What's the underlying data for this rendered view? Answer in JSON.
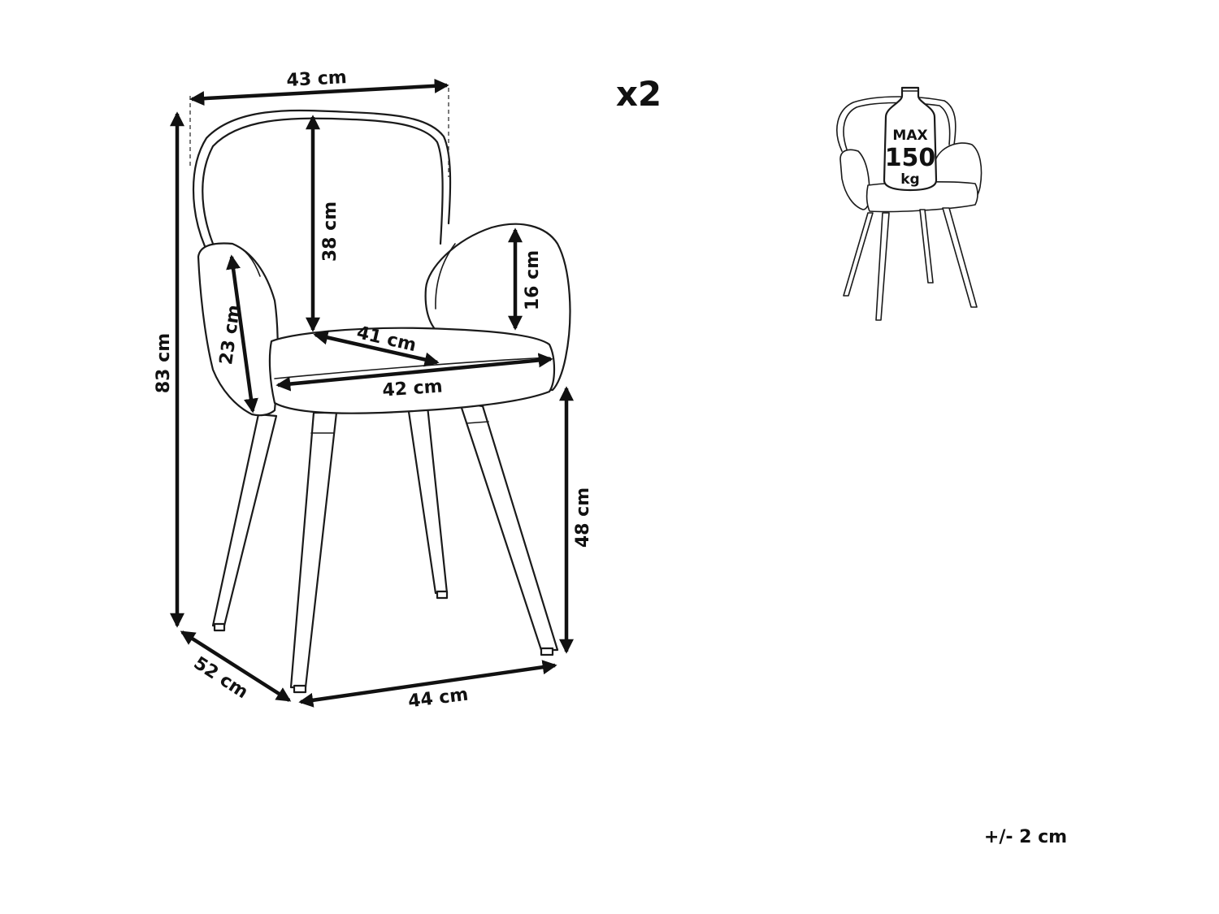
{
  "quantity": "x2",
  "tolerance": "+/- 2 cm",
  "max_load": {
    "line1": "MAX",
    "line2": "150",
    "line3": "kg"
  },
  "dimensions": {
    "back_width": "43 cm",
    "back_height": "38 cm",
    "armrest_height": "16 cm",
    "armrest_depth": "23 cm",
    "seat_depth": "41 cm",
    "seat_width": "42 cm",
    "total_height": "83 cm",
    "seat_height": "48 cm",
    "total_depth": "52 cm",
    "total_width": "44 cm"
  },
  "colors": {
    "line": "#1a1a1a",
    "background": "#ffffff"
  }
}
